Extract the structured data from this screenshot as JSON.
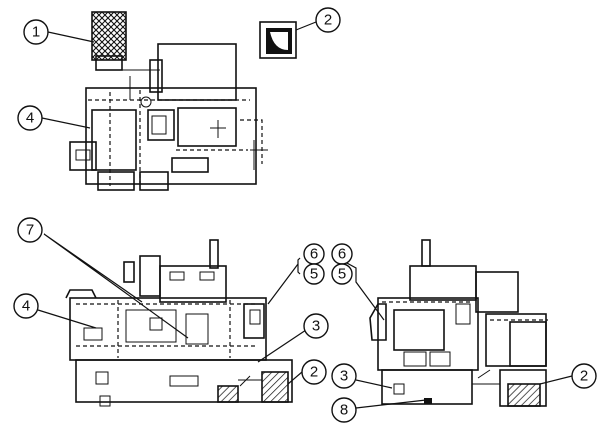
{
  "callouts": {
    "c1": "1",
    "c2_top": "2",
    "c4_top": "4",
    "c7": "7",
    "c4_mid": "4",
    "c6_left": "6",
    "c5_left": "5",
    "c3_left": "3",
    "c2_left": "2",
    "c6_right": "6",
    "c5_right": "5",
    "c3_right": "3",
    "c8": "8",
    "c2_right": "2"
  }
}
